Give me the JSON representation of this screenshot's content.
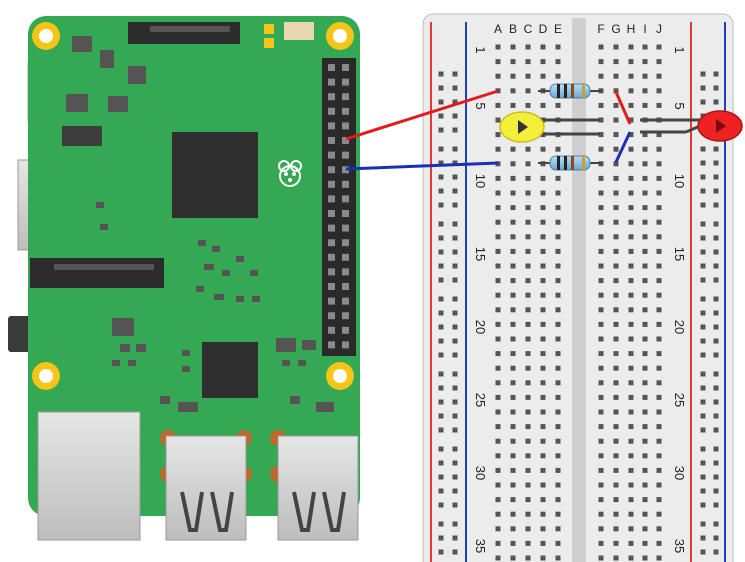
{
  "breadboard": {
    "column_labels_left": [
      "A",
      "B",
      "C",
      "D",
      "E"
    ],
    "column_labels_right": [
      "F",
      "G",
      "H",
      "I",
      "J"
    ],
    "row_number_labels": [
      "1",
      "5",
      "10",
      "15",
      "20",
      "25",
      "30",
      "35"
    ],
    "rail_colors": {
      "positive": "#e53935",
      "negative": "#1e3fbf"
    }
  },
  "raspberry_pi": {
    "board_color": "#34a853",
    "logo_icon": "raspberry-logo-icon"
  },
  "wiring": {
    "wire_red_color": "#e21b1b",
    "wire_blue_color": "#1a2fb5",
    "led_yellow_color": "#f4ef3a",
    "led_red_color": "#ee2222"
  }
}
